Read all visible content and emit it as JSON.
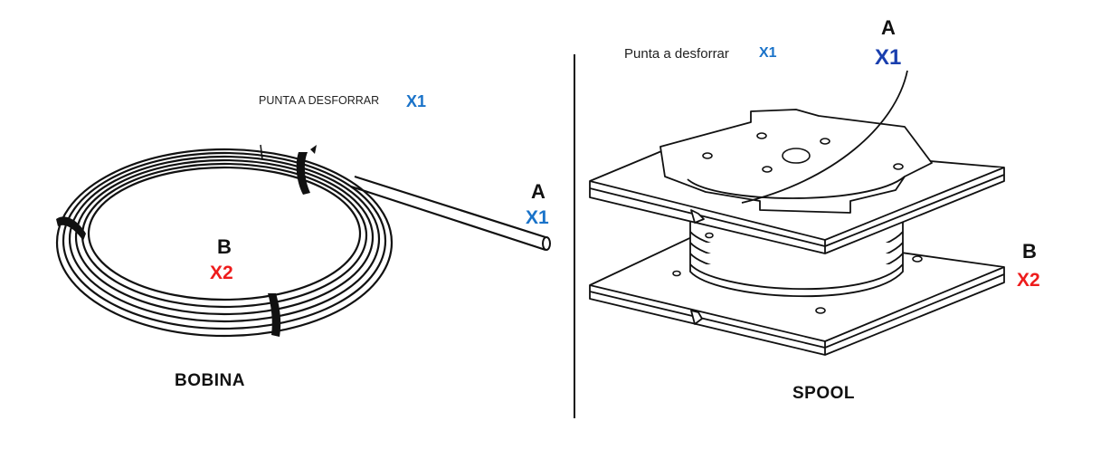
{
  "colors": {
    "blue": "#1a73c9",
    "red": "#ee1c1c",
    "ink": "#111111"
  },
  "left": {
    "strip_label": "PUNTA A DESFORRAR",
    "strip_count": "X1",
    "end_a": "A",
    "end_a_count": "X1",
    "end_b": "B",
    "end_b_count": "X2",
    "title": "BOBINA"
  },
  "right": {
    "strip_label": "Punta a desforrar",
    "strip_count": "X1",
    "end_a": "A",
    "end_a_count": "X1",
    "end_b": "B",
    "end_b_count": "X2",
    "title": "SPOOL"
  }
}
